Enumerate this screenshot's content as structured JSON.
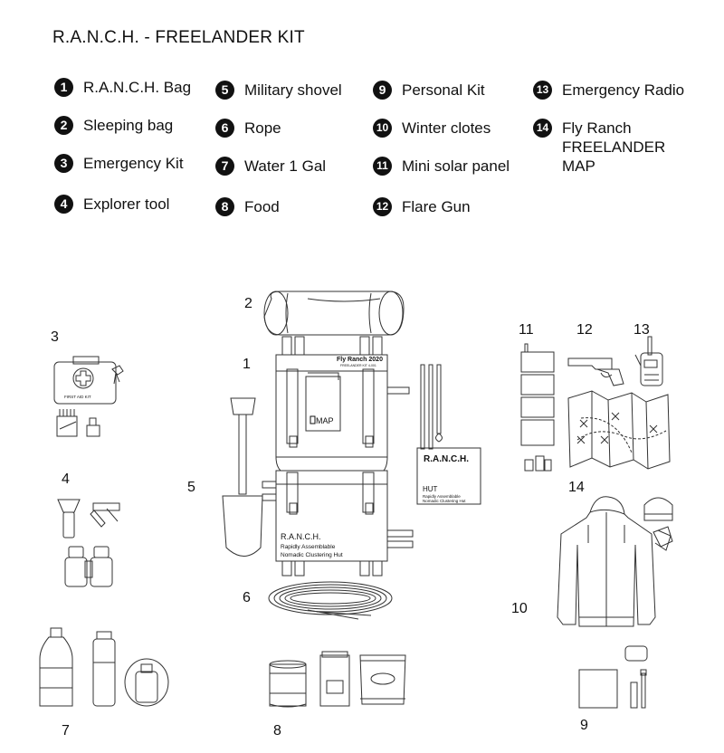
{
  "title": "R.A.N.C.H. - FREELANDER KIT",
  "legend": [
    {
      "num": "1",
      "label": "R.A.N.C.H. Bag"
    },
    {
      "num": "2",
      "label": "Sleeping bag"
    },
    {
      "num": "3",
      "label": "Emergency Kit"
    },
    {
      "num": "4",
      "label": "Explorer tool"
    },
    {
      "num": "5",
      "label": "Military shovel"
    },
    {
      "num": "6",
      "label": "Rope"
    },
    {
      "num": "7",
      "label": "Water 1 Gal"
    },
    {
      "num": "8",
      "label": "Food"
    },
    {
      "num": "9",
      "label": "Personal Kit"
    },
    {
      "num": "10",
      "label": "Winter clotes"
    },
    {
      "num": "11",
      "label": "Mini solar panel"
    },
    {
      "num": "12",
      "label": "Flare Gun"
    },
    {
      "num": "13",
      "label": "Emergency Radio"
    },
    {
      "num": "14",
      "label": "Fly Ranch\nFREELANDER\nMAP"
    }
  ],
  "figure_numbers": [
    "1",
    "2",
    "3",
    "4",
    "5",
    "6",
    "7",
    "8",
    "9",
    "10",
    "11",
    "12",
    "13",
    "14"
  ],
  "drawing_text": {
    "first_aid": "FIRST AID KIT",
    "bag_header": "Fly Ranch 2020",
    "bag_header_sub": "FREELANDER KIT 4-001",
    "map_tag": "MAP",
    "bag_ranch": "R.A.N.C.H.",
    "bag_line1": "Rapidly Assemblable",
    "bag_line2": "Nomadic Clustering Hut",
    "hut_title": "R.A.N.C.H.",
    "hut_label": "HUT",
    "hut_line1": "Rapidly Assemblable",
    "hut_line2": "Nomadic Clustering Hut"
  }
}
